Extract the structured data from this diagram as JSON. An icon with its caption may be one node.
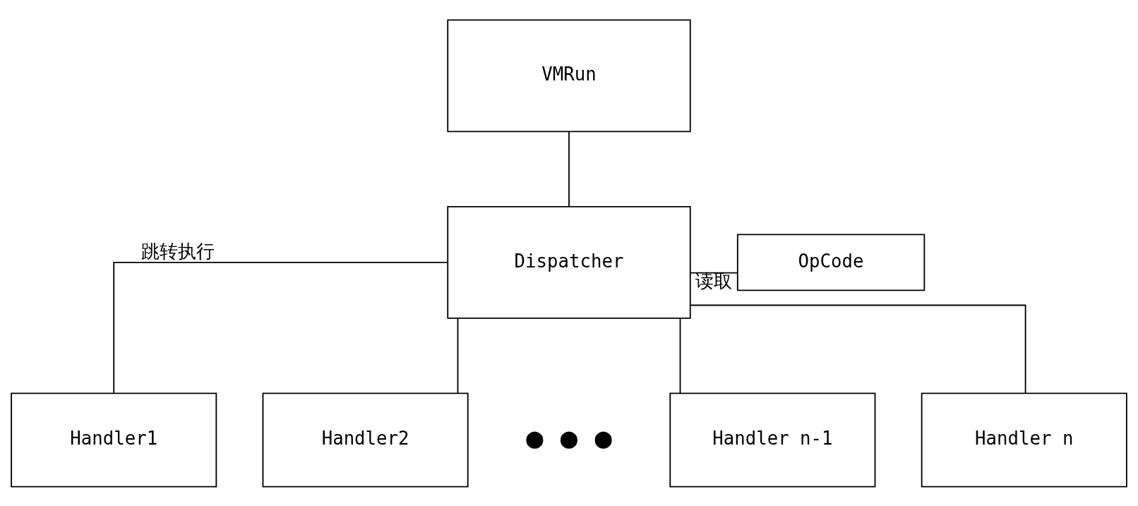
{
  "diagram": {
    "nodes": [
      {
        "text": [
          "VMRun"
        ]
      },
      {
        "text": [
          "Dispatcher"
        ]
      },
      {
        "text": [
          "OpCode"
        ]
      },
      {
        "text": [
          "Handler1"
        ]
      },
      {
        "text": [
          "Handler2"
        ]
      },
      {
        "text": [
          "Handler n-1"
        ]
      },
      {
        "text": [
          "Handler n"
        ]
      }
    ],
    "edges": [
      {
        "from": 0,
        "to": 1,
        "arrow": "none"
      },
      {
        "from": 1,
        "to": 2,
        "arrow": "none",
        "label": "读取"
      },
      {
        "from": 1,
        "to": 3,
        "arrow": "none",
        "label": "跳转执行"
      },
      {
        "from": 1,
        "to": 4,
        "arrow": "none"
      },
      {
        "from": 1,
        "to": 5,
        "arrow": "none"
      },
      {
        "from": 1,
        "to": 6,
        "arrow": "none"
      }
    ],
    "labels": [
      "● ● ●"
    ]
  }
}
